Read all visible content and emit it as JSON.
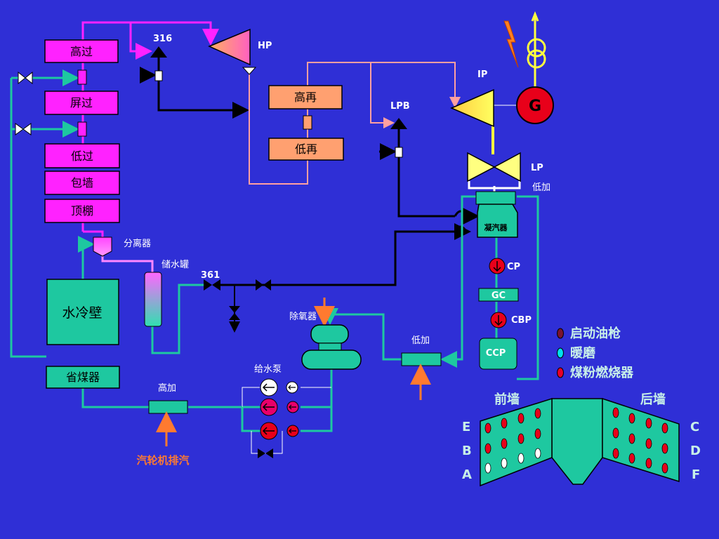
{
  "boiler": {
    "superheater_high": "高过",
    "superheater_screen": "屏过",
    "superheater_low": "低过",
    "wall_wrap": "包墙",
    "roof": "顶棚",
    "water_wall": "水冷壁",
    "economizer": "省煤器",
    "separator": "分离器",
    "storage_tank": "储水罐"
  },
  "reheat": {
    "high": "高再",
    "low": "低再"
  },
  "turbine": {
    "hp": "HP",
    "ip": "IP",
    "lp": "LP",
    "generator": "G"
  },
  "valves": {
    "v316": "316",
    "v361": "361",
    "lpb": "LPB"
  },
  "condensate": {
    "lp_heater_top": "低加",
    "condenser": "凝汽器",
    "cp": "CP",
    "gc": "GC",
    "cbp": "CBP",
    "ccp": "CCP",
    "lp_heater": "低加",
    "deaerator": "除氧器",
    "feed_pump": "给水泵",
    "hp_heater": "高加",
    "turbine_exhaust": "汽轮机排汽"
  },
  "legend": {
    "items": [
      {
        "label": "启动油枪",
        "color": "#7a1430"
      },
      {
        "label": "暖磨",
        "color": "#00e0f0"
      },
      {
        "label": "煤粉燃烧器",
        "color": "#e8002a"
      }
    ]
  },
  "furnace": {
    "front_wall": "前墙",
    "rear_wall": "后墙",
    "front_rows": [
      "E",
      "B",
      "A"
    ],
    "rear_rows": [
      "C",
      "D",
      "F"
    ]
  }
}
